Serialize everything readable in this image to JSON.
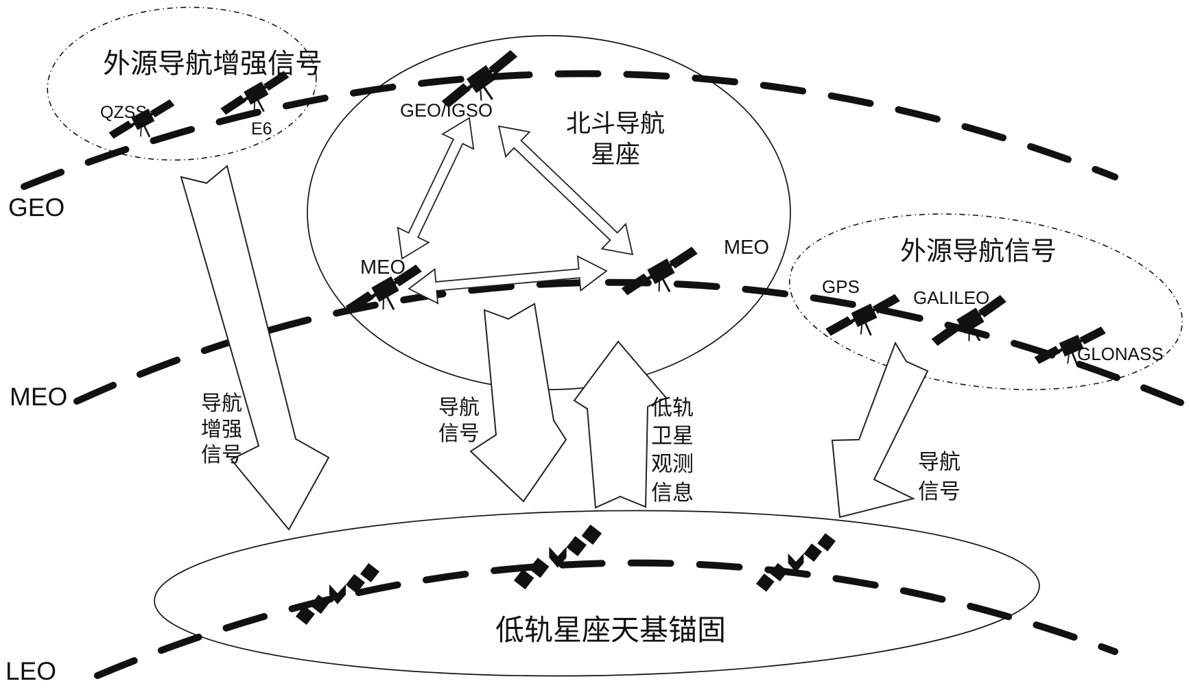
{
  "ink": "#111111",
  "orbit_labels": {
    "geo": "GEO",
    "meo": "MEO",
    "leo": "LEO"
  },
  "ellipses": {
    "augmentation": {
      "title": "外源导航增强信号"
    },
    "beidou": {
      "title": "北斗导航\n星座"
    },
    "external": {
      "title": "外源导航信号"
    },
    "leo_anchor": {
      "title": "低轨星座天基锚固"
    }
  },
  "satellites": {
    "qzss": "QZSS",
    "e6": "E6",
    "geo_igso": "GEO/IGSO",
    "meo_left": "MEO",
    "meo_right": "MEO",
    "gps": "GPS",
    "galileo": "GALILEO",
    "glonass": "GLONASS"
  },
  "flow_labels": {
    "augmentation_signal": "导航\n增强\n信号",
    "nav_signal_mid": "导航\n信号",
    "leo_observation": "低轨\n卫星\n观测\n信息",
    "nav_signal_right": "导航\n信号"
  }
}
